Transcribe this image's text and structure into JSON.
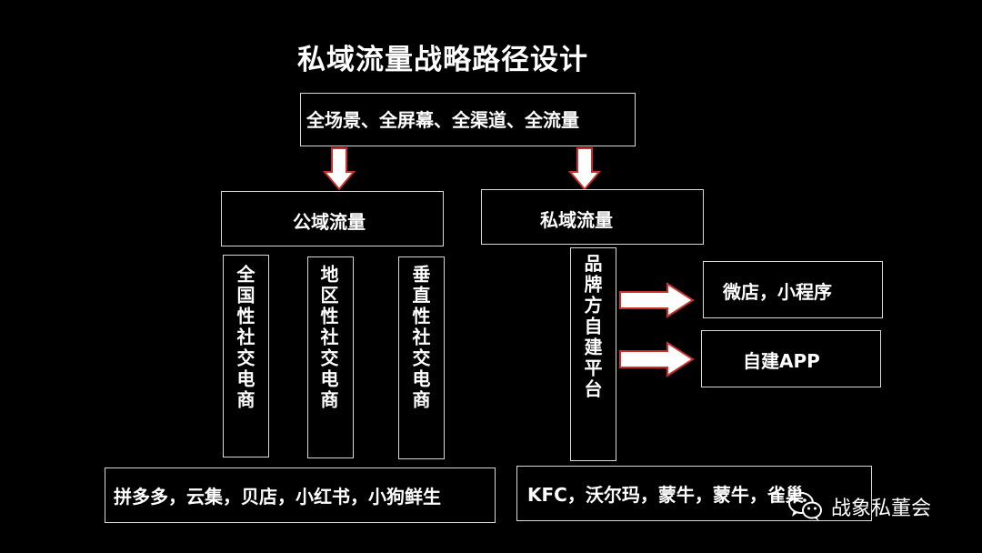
{
  "title": "私域流量战略路径设计",
  "top": {
    "label": "全场景、全屏幕、全渠道、全流量"
  },
  "public": {
    "label": "公域流量",
    "columns": [
      "全国性社交电商",
      "地区性社交电商",
      "垂直性社交电商"
    ],
    "examples": "拼多多，云集，贝店，小红书，小狗鲜生"
  },
  "private": {
    "label": "私域流量",
    "platform": "品牌方自建平台",
    "outputs": [
      "微店，小程序",
      "自建APP"
    ],
    "examples": "KFC，沃尔玛，蒙牛，蒙牛，雀巢"
  },
  "watermark": {
    "text": "战象私董会",
    "icon": "wechat-icon"
  },
  "colors": {
    "background": "#000000",
    "border": "#d9d9d9",
    "arrow_fill": "#ffffff",
    "arrow_stroke": "#c9302c"
  }
}
